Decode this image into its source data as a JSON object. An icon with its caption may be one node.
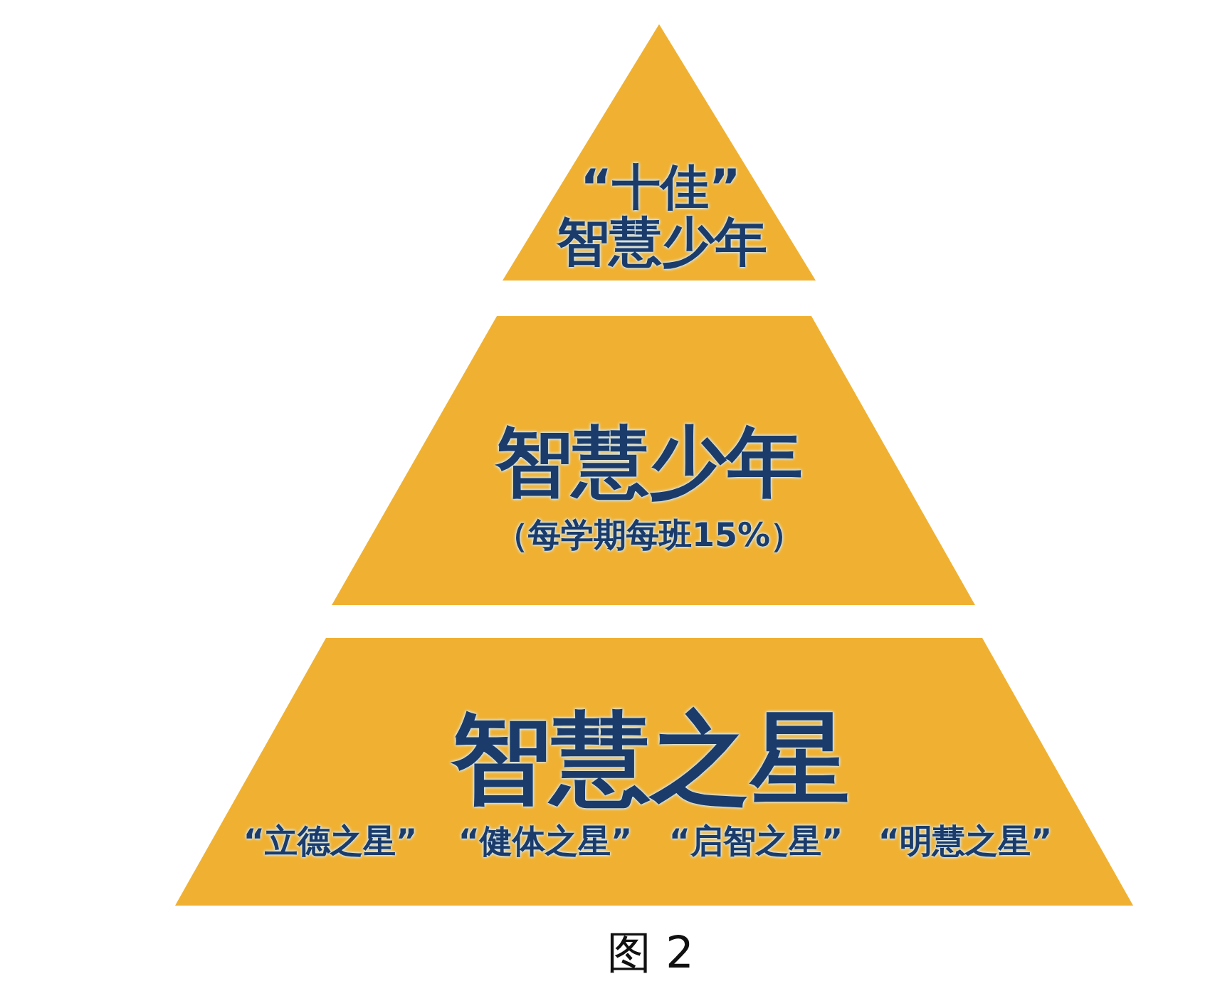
{
  "diagram": {
    "nodes": [
      {
        "text": [
          "“十佳”",
          "智慧少年"
        ]
      },
      {
        "text": [
          "智慧少年",
          "（每学期每班15%）"
        ]
      },
      {
        "text": [
          "智慧之星",
          "“立德之星”",
          "“健体之星”",
          "“启智之星”",
          "“明慧之星”"
        ]
      }
    ],
    "caption": "图 2"
  }
}
